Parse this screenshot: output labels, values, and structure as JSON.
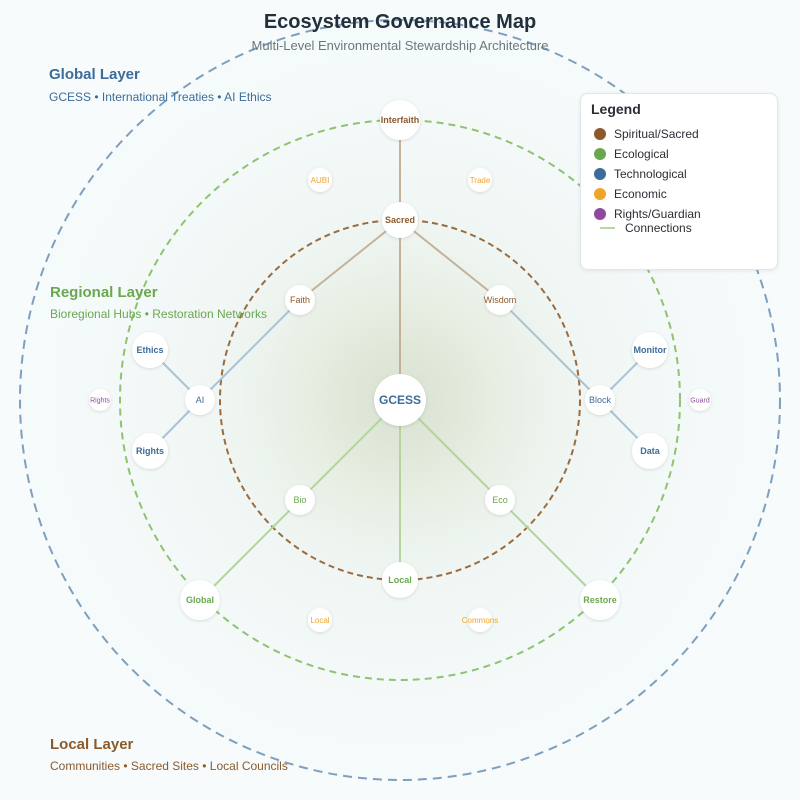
{
  "title": "Ecosystem Governance Map",
  "subtitle": "Multi-Level Environmental Stewardship Architecture",
  "layers": [
    {
      "key": "global",
      "title": "Global Layer",
      "desc": "GCESS • International Treaties • AI Ethics",
      "color": "#3d6c9a"
    },
    {
      "key": "regional",
      "title": "Regional Layer",
      "desc": "Bioregional Hubs • Restoration Networks",
      "color": "#6aa84f"
    },
    {
      "key": "local",
      "title": "Local Layer",
      "desc": "Communities • Sacred Sites • Local Councils",
      "color": "#8b5a2b"
    }
  ],
  "legend": {
    "title": "Legend",
    "items": [
      {
        "label": "Spiritual/Sacred",
        "color": "#8b5a2b"
      },
      {
        "label": "Ecological",
        "color": "#6aa84f"
      },
      {
        "label": "Technological",
        "color": "#3d6c9a"
      },
      {
        "label": "Economic",
        "color": "#f0a52a"
      },
      {
        "label": "Rights/Guardian",
        "color": "#8e4b9e"
      }
    ],
    "connections_label": "Connections",
    "connections_color": "#b9d6a6"
  },
  "center": {
    "label": "GCESS",
    "color": "#3d6c9a"
  },
  "nodes": [
    {
      "id": "sacred",
      "label": "Sacred",
      "category": "spiritual"
    },
    {
      "id": "faith",
      "label": "Faith",
      "category": "spiritual"
    },
    {
      "id": "wisdom",
      "label": "Wisdom",
      "category": "spiritual"
    },
    {
      "id": "interfaith",
      "label": "Interfaith",
      "category": "spiritual"
    },
    {
      "id": "ai",
      "label": "AI",
      "category": "technological"
    },
    {
      "id": "ethics",
      "label": "Ethics",
      "category": "technological"
    },
    {
      "id": "rights_tech",
      "label": "Rights",
      "category": "technological"
    },
    {
      "id": "block",
      "label": "Block",
      "category": "technological"
    },
    {
      "id": "monitor",
      "label": "Monitor",
      "category": "technological"
    },
    {
      "id": "data",
      "label": "Data",
      "category": "technological"
    },
    {
      "id": "local",
      "label": "Local",
      "category": "ecological"
    },
    {
      "id": "bio",
      "label": "Bio",
      "category": "ecological"
    },
    {
      "id": "eco",
      "label": "Eco",
      "category": "ecological"
    },
    {
      "id": "global",
      "label": "Global",
      "category": "ecological"
    },
    {
      "id": "restore",
      "label": "Restore",
      "category": "ecological"
    },
    {
      "id": "aubi",
      "label": "AUBI",
      "category": "economic"
    },
    {
      "id": "trade",
      "label": "Trade",
      "category": "economic"
    },
    {
      "id": "local_econ",
      "label": "Local",
      "category": "economic"
    },
    {
      "id": "commons",
      "label": "Commons",
      "category": "economic"
    },
    {
      "id": "rights_guard",
      "label": "Rights",
      "category": "rights"
    },
    {
      "id": "guard",
      "label": "Guard",
      "category": "rights"
    }
  ],
  "category_colors": {
    "spiritual": "#8b5a2b",
    "ecological": "#6aa84f",
    "technological": "#3d6c9a",
    "economic": "#f0a52a",
    "rights": "#8e4b9e"
  },
  "edges": [
    [
      "center",
      "sacred"
    ],
    [
      "center",
      "local"
    ],
    [
      "center",
      "bio"
    ],
    [
      "center",
      "eco"
    ],
    [
      "sacred",
      "interfaith"
    ],
    [
      "sacred",
      "faith"
    ],
    [
      "sacred",
      "wisdom"
    ],
    [
      "faith",
      "ai"
    ],
    [
      "wisdom",
      "block"
    ],
    [
      "ai",
      "ethics"
    ],
    [
      "ai",
      "rights_tech"
    ],
    [
      "block",
      "monitor"
    ],
    [
      "block",
      "data"
    ],
    [
      "bio",
      "global"
    ],
    [
      "eco",
      "restore"
    ]
  ]
}
